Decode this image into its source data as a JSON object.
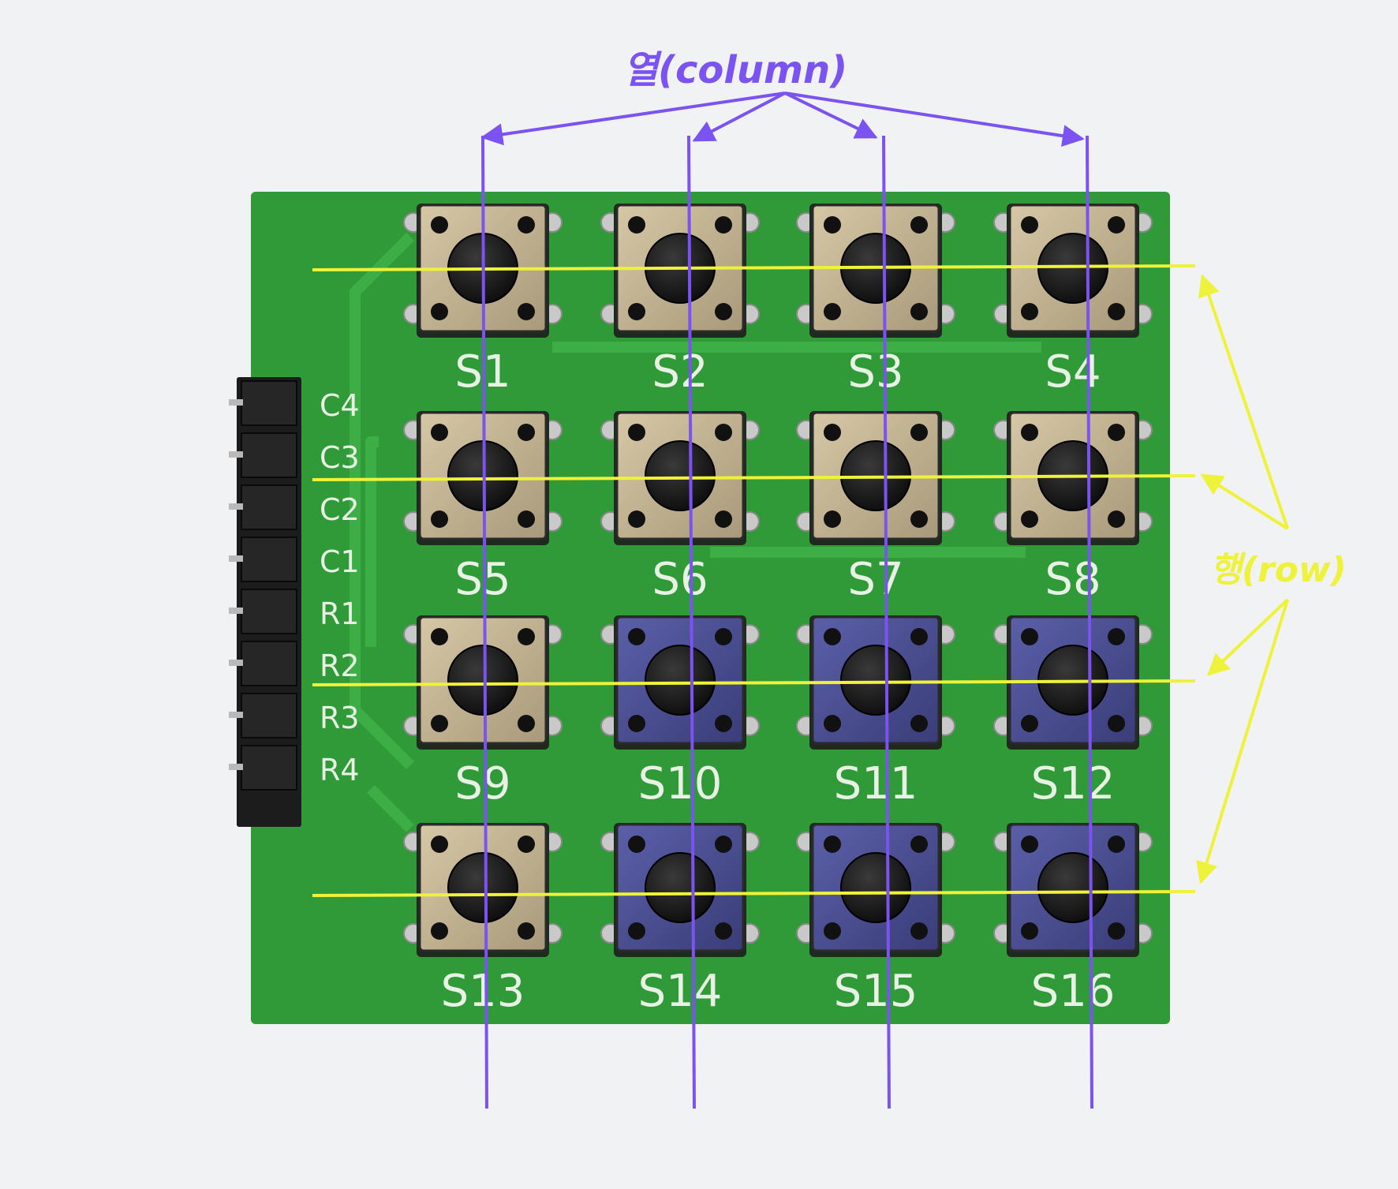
{
  "labels": {
    "column": "열(column)",
    "row": "행(row)"
  },
  "pins": [
    "C4",
    "C3",
    "C2",
    "C1",
    "R1",
    "R2",
    "R3",
    "R4"
  ],
  "switches": [
    [
      "S1",
      "S2",
      "S3",
      "S4"
    ],
    [
      "S5",
      "S6",
      "S7",
      "S8"
    ],
    [
      "S9",
      "S10",
      "S11",
      "S12"
    ],
    [
      "S13",
      "S14",
      "S15",
      "S16"
    ]
  ],
  "switch_colors": [
    [
      "beige",
      "beige",
      "beige",
      "beige"
    ],
    [
      "beige",
      "beige",
      "beige",
      "beige"
    ],
    [
      "beige",
      "blue",
      "blue",
      "blue"
    ],
    [
      "beige",
      "blue",
      "blue",
      "blue"
    ]
  ],
  "colors": {
    "background": "#f1f2f3",
    "pcb": "#2f9a37",
    "pcb_trace": "#3dae45",
    "silkscreen": "#e7f2e4",
    "column_line": "#7b53f0",
    "row_line": "#eef23a",
    "switch_beige": "#c7b796",
    "switch_blue": "#4b4f8e",
    "button_cap": "#141414",
    "header": "#1c1c1c"
  }
}
